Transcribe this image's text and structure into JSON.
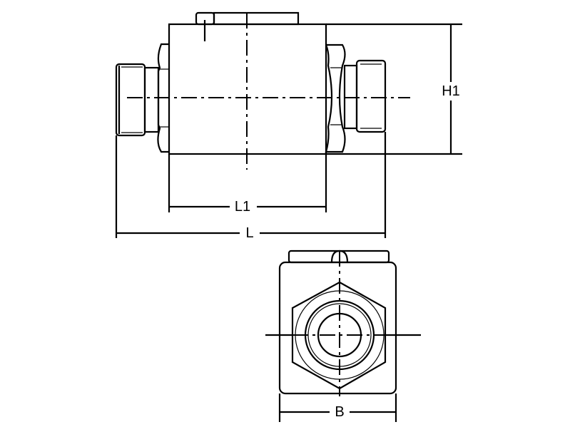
{
  "drawing": {
    "dimensions": {
      "overall_length": "L",
      "body_length": "L1",
      "height": "H1",
      "width": "B"
    },
    "colors": {
      "line": "#000000",
      "background": "#ffffff"
    }
  }
}
